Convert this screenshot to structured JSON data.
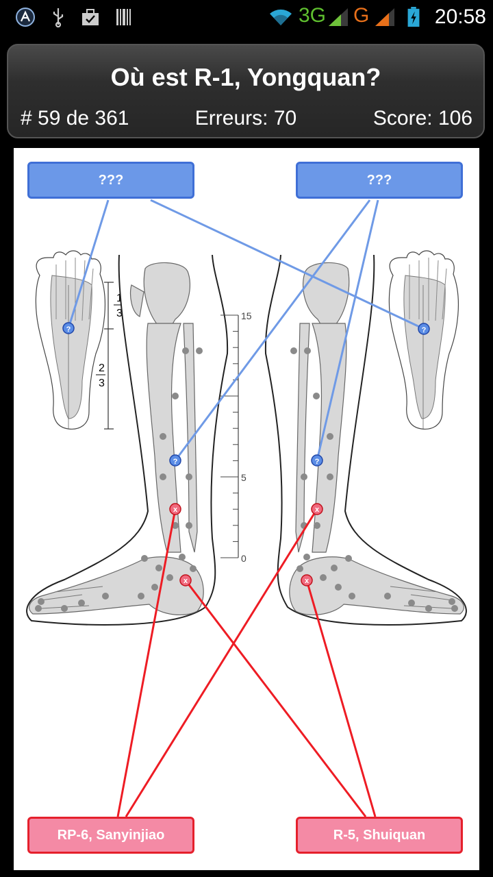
{
  "status_bar": {
    "network_3g": "3G",
    "network_g": "G",
    "time": "20:58",
    "icons": [
      "app-icon",
      "usb-icon",
      "briefcase-icon",
      "barcode-icon",
      "wifi-icon",
      "signal-icon",
      "battery-icon"
    ]
  },
  "header": {
    "question": "Où est R-1, Yongquan?",
    "counter": "# 59 de 361",
    "errors": "Erreurs: 70",
    "score": "Score: 106"
  },
  "answers": {
    "top_left": "???",
    "top_right": "???",
    "bottom_left": "RP-6, Sanyinjiao",
    "bottom_right": "R-5, Shuiquan"
  },
  "figure": {
    "fraction_top_num": "1",
    "fraction_top_den": "3",
    "fraction_bottom_num": "2",
    "fraction_bottom_den": "3",
    "ruler_top": "15",
    "ruler_mid": "5",
    "ruler_bottom": "0",
    "marker_question": "?",
    "marker_wrong": "x"
  },
  "colors": {
    "unknown_fill": "#6b98e8",
    "unknown_border": "#3f6fd6",
    "wrong_fill": "#f48aa5",
    "wrong_border": "#e5202c",
    "blue_line": "#6f9ae6",
    "red_line": "#ee1c24"
  }
}
